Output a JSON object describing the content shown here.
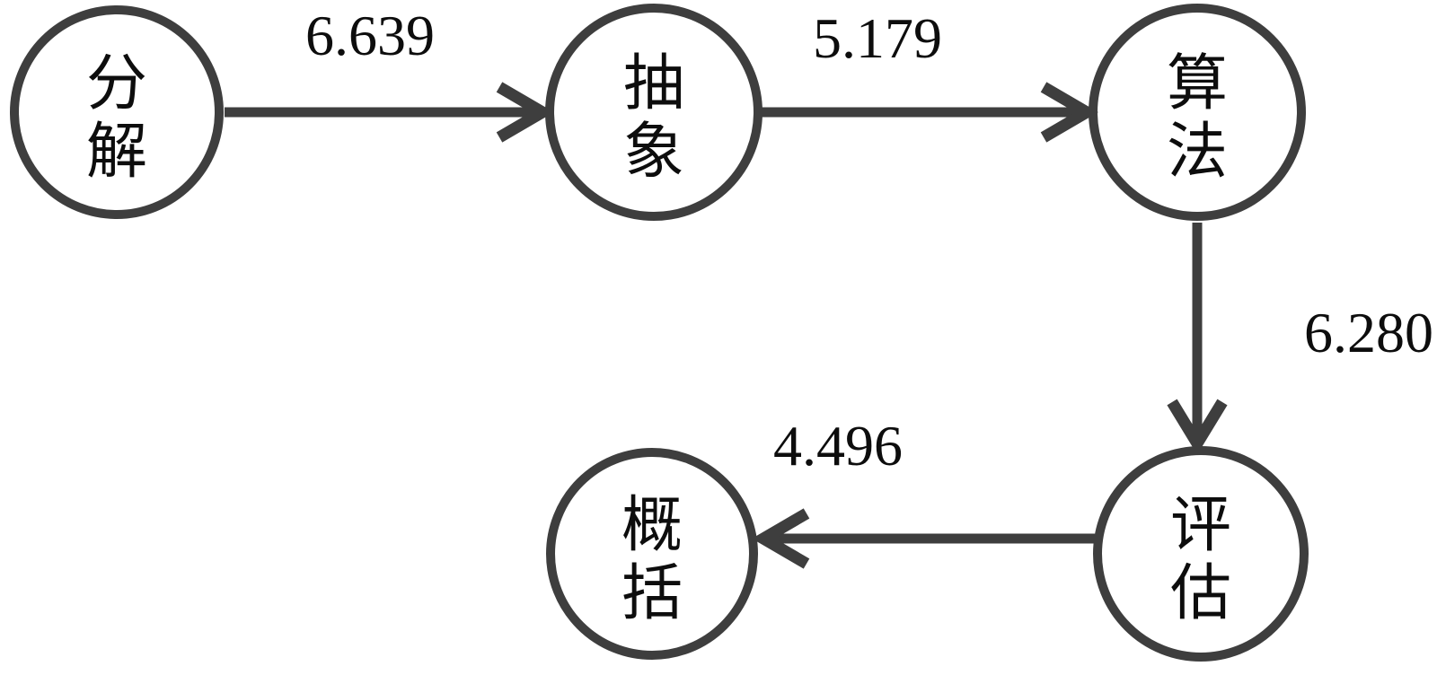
{
  "diagram": {
    "title": "computational-thinking-path-diagram",
    "background_color": "#ffffff",
    "stroke_color": "#3e3e3e",
    "text_color": "#0d0d0d",
    "nodes": [
      {
        "id": "decompose",
        "label": "分解"
      },
      {
        "id": "abstract",
        "label": "抽象"
      },
      {
        "id": "algorithm",
        "label": "算法"
      },
      {
        "id": "evaluate",
        "label": "评估"
      },
      {
        "id": "generalize",
        "label": "概括"
      }
    ],
    "edges": [
      {
        "from": "分解",
        "to": "抽象",
        "weight": "6.639",
        "direction": "right"
      },
      {
        "from": "抽象",
        "to": "算法",
        "weight": "5.179",
        "direction": "right"
      },
      {
        "from": "算法",
        "to": "评估",
        "weight": "6.280",
        "direction": "down"
      },
      {
        "from": "评估",
        "to": "概括",
        "weight": "4.496",
        "direction": "left"
      }
    ]
  }
}
